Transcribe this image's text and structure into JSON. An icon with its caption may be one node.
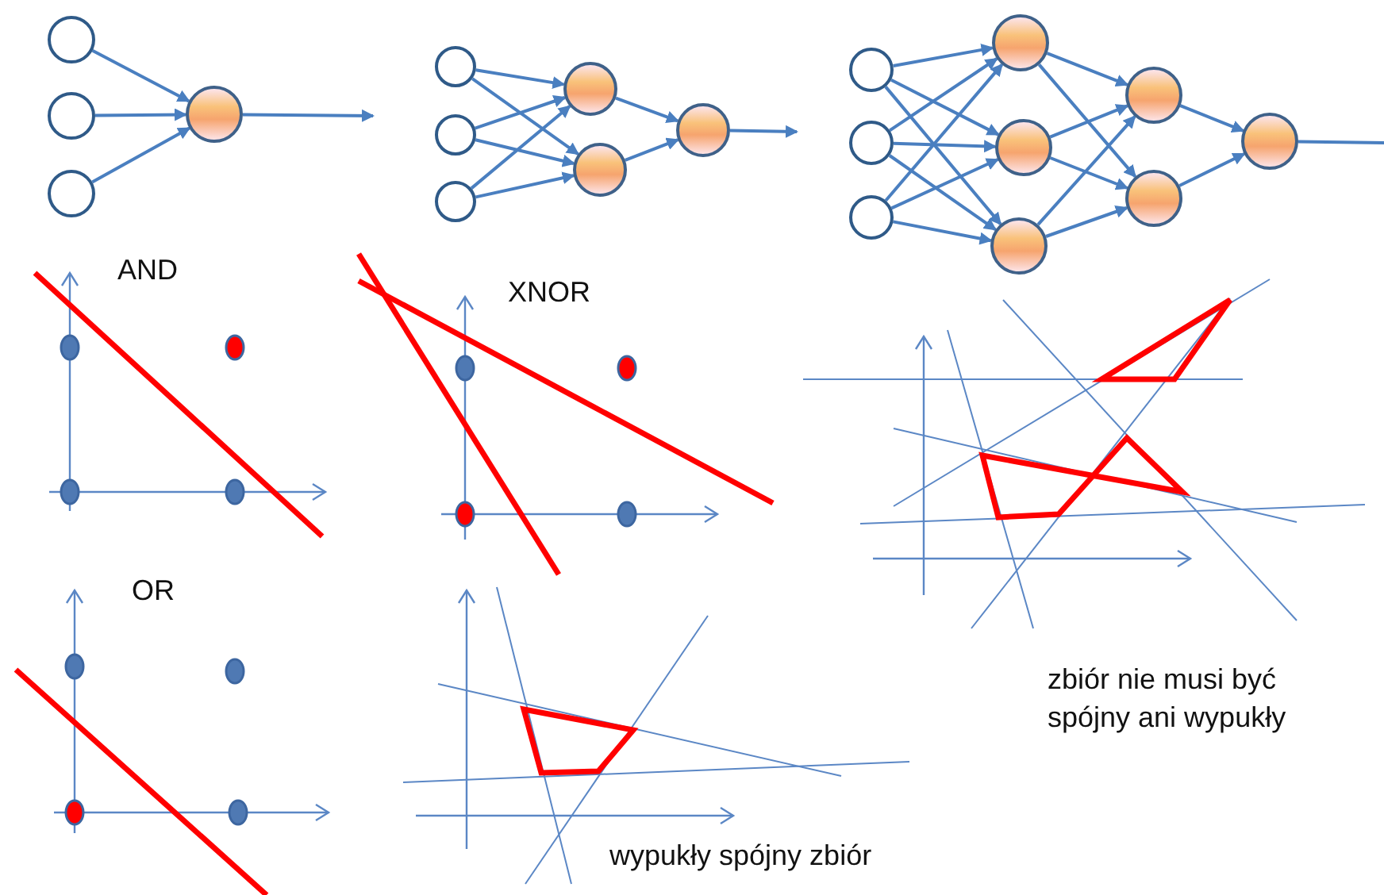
{
  "diagram": {
    "nodes": [
      {
        "text": [],
        "shape": "circle"
      },
      {
        "text": [],
        "shape": "circle"
      },
      {
        "text": [],
        "shape": "circle"
      },
      {
        "text": [],
        "shape": "circle"
      },
      {
        "text": [],
        "shape": "circle"
      },
      {
        "text": [],
        "shape": "circle"
      },
      {
        "text": [],
        "shape": "circle"
      },
      {
        "text": [],
        "shape": "circle"
      },
      {
        "text": [],
        "shape": "circle"
      },
      {
        "text": [],
        "shape": "circle"
      },
      {
        "text": [],
        "shape": "circle"
      },
      {
        "text": [],
        "shape": "circle"
      },
      {
        "text": [],
        "shape": "circle"
      },
      {
        "text": [],
        "shape": "circle"
      },
      {
        "text": [],
        "shape": "circle"
      },
      {
        "text": [],
        "shape": "circle"
      },
      {
        "text": [],
        "shape": "circle"
      },
      {
        "text": [],
        "shape": "circle"
      },
      {
        "text": [],
        "shape": "circle"
      }
    ],
    "edges": [
      {
        "from": 0,
        "to": 3,
        "arrow": "to"
      },
      {
        "from": 1,
        "to": 3,
        "arrow": "to"
      },
      {
        "from": 2,
        "to": 3,
        "arrow": "to"
      },
      {
        "from": 3,
        "to": null,
        "arrow": "to"
      },
      {
        "from": 4,
        "to": 7,
        "arrow": "to"
      },
      {
        "from": 4,
        "to": 8,
        "arrow": "to"
      },
      {
        "from": 5,
        "to": 7,
        "arrow": "to"
      },
      {
        "from": 5,
        "to": 8,
        "arrow": "to"
      },
      {
        "from": 6,
        "to": 7,
        "arrow": "to"
      },
      {
        "from": 6,
        "to": 8,
        "arrow": "to"
      },
      {
        "from": 7,
        "to": 9,
        "arrow": "to"
      },
      {
        "from": 8,
        "to": 9,
        "arrow": "to"
      },
      {
        "from": 9,
        "to": null,
        "arrow": "to"
      },
      {
        "from": 10,
        "to": 13,
        "arrow": "to"
      },
      {
        "from": 10,
        "to": 14,
        "arrow": "to"
      },
      {
        "from": 10,
        "to": 15,
        "arrow": "to"
      },
      {
        "from": 11,
        "to": 13,
        "arrow": "to"
      },
      {
        "from": 11,
        "to": 14,
        "arrow": "to"
      },
      {
        "from": 11,
        "to": 15,
        "arrow": "to"
      },
      {
        "from": 12,
        "to": 13,
        "arrow": "to"
      },
      {
        "from": 12,
        "to": 14,
        "arrow": "to"
      },
      {
        "from": 12,
        "to": 15,
        "arrow": "to"
      },
      {
        "from": 13,
        "to": 16,
        "arrow": "to"
      },
      {
        "from": 13,
        "to": 17,
        "arrow": "to"
      },
      {
        "from": 14,
        "to": 16,
        "arrow": "to"
      },
      {
        "from": 14,
        "to": 17,
        "arrow": "to"
      },
      {
        "from": 15,
        "to": 16,
        "arrow": "to"
      },
      {
        "from": 15,
        "to": 17,
        "arrow": "to"
      },
      {
        "from": 16,
        "to": 18,
        "arrow": "to"
      },
      {
        "from": 17,
        "to": 18,
        "arrow": "to"
      },
      {
        "from": 18,
        "to": null,
        "arrow": "none"
      }
    ],
    "labels": [
      "AND",
      "XNOR",
      "zbiór nie musi być spójny ani wypukły",
      "OR",
      "wypukły spójny zbiór"
    ]
  }
}
